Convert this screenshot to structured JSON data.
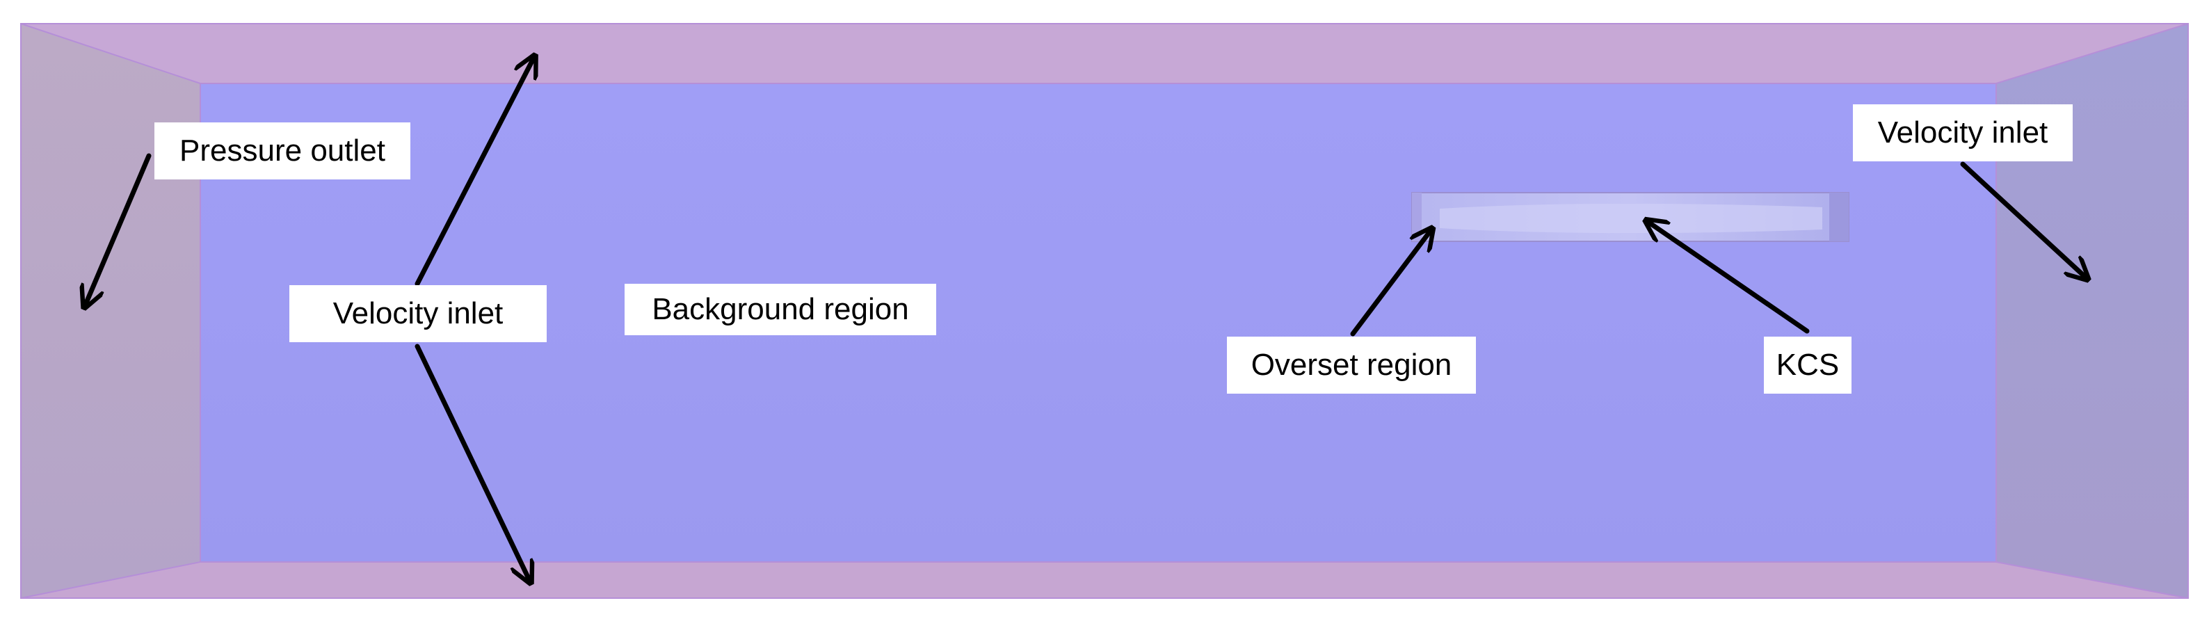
{
  "colors": {
    "background_region": "#9e9cf4",
    "top_wall": "#c7a8d6",
    "bottom_wall": "#c6a6d2",
    "left_wall": "#baa9c6",
    "right_wall": "#a7a2cf",
    "edge_line": "#b58fd8",
    "overset_fill": "#b3b3ee",
    "arrow": "#000000",
    "label_bg": "#ffffff"
  },
  "labels": {
    "pressure_outlet": "Pressure outlet",
    "velocity_inlet_left": "Velocity inlet",
    "background_region": "Background region",
    "overset_region": "Overset region",
    "kcs": "KCS",
    "velocity_inlet_right": "Velocity inlet"
  }
}
